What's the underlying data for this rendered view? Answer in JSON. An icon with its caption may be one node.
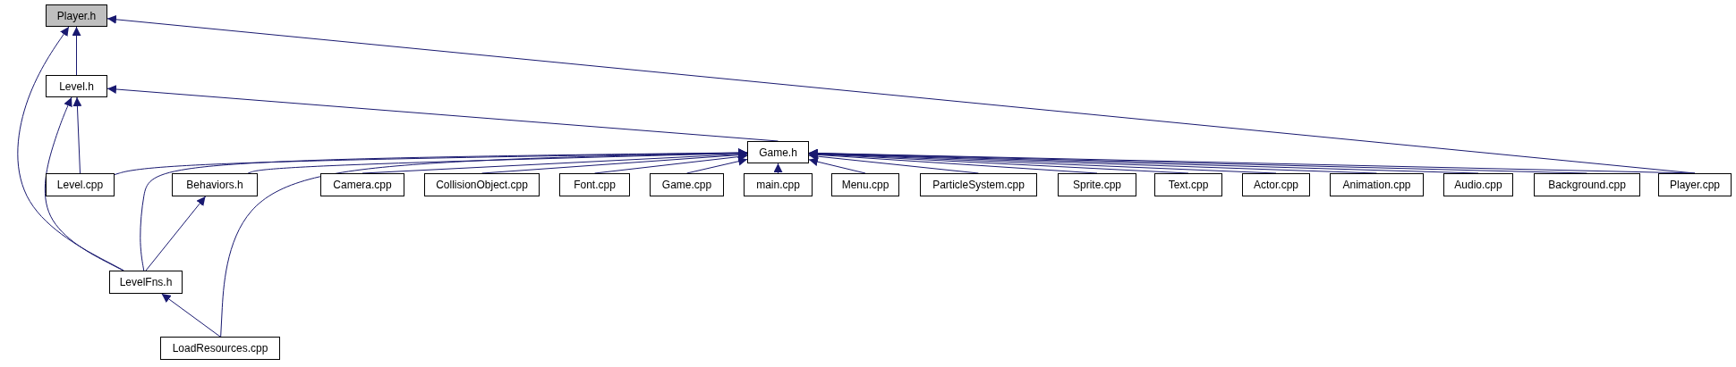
{
  "diagram": {
    "nodes": [
      {
        "text": [
          "Player.h"
        ]
      },
      {
        "text": [
          "Level.h"
        ]
      },
      {
        "text": [
          "Game.h"
        ]
      },
      {
        "text": [
          "Level.cpp"
        ]
      },
      {
        "text": [
          "Behaviors.h"
        ]
      },
      {
        "text": [
          "Camera.cpp"
        ]
      },
      {
        "text": [
          "CollisionObject.cpp"
        ]
      },
      {
        "text": [
          "Font.cpp"
        ]
      },
      {
        "text": [
          "Game.cpp"
        ]
      },
      {
        "text": [
          "main.cpp"
        ]
      },
      {
        "text": [
          "Menu.cpp"
        ]
      },
      {
        "text": [
          "ParticleSystem.cpp"
        ]
      },
      {
        "text": [
          "Sprite.cpp"
        ]
      },
      {
        "text": [
          "Text.cpp"
        ]
      },
      {
        "text": [
          "Actor.cpp"
        ]
      },
      {
        "text": [
          "Animation.cpp"
        ]
      },
      {
        "text": [
          "Audio.cpp"
        ]
      },
      {
        "text": [
          "Background.cpp"
        ]
      },
      {
        "text": [
          "Player.cpp"
        ]
      },
      {
        "text": [
          "LevelFns.h"
        ]
      },
      {
        "text": [
          "LoadResources.cpp"
        ]
      }
    ],
    "edges": [
      {
        "from": 1,
        "to": 0,
        "arrow": "to"
      },
      {
        "from": 19,
        "to": 0,
        "arrow": "to"
      },
      {
        "from": 18,
        "to": 0,
        "arrow": "to"
      },
      {
        "from": 3,
        "to": 1,
        "arrow": "to"
      },
      {
        "from": 19,
        "to": 1,
        "arrow": "to"
      },
      {
        "from": 2,
        "to": 1,
        "arrow": "to"
      },
      {
        "from": 3,
        "to": 2,
        "arrow": "to"
      },
      {
        "from": 4,
        "to": 2,
        "arrow": "to"
      },
      {
        "from": 19,
        "to": 2,
        "arrow": "to"
      },
      {
        "from": 20,
        "to": 2,
        "arrow": "to"
      },
      {
        "from": 5,
        "to": 2,
        "arrow": "to"
      },
      {
        "from": 6,
        "to": 2,
        "arrow": "to"
      },
      {
        "from": 7,
        "to": 2,
        "arrow": "to"
      },
      {
        "from": 8,
        "to": 2,
        "arrow": "to"
      },
      {
        "from": 9,
        "to": 2,
        "arrow": "to"
      },
      {
        "from": 10,
        "to": 2,
        "arrow": "to"
      },
      {
        "from": 11,
        "to": 2,
        "arrow": "to"
      },
      {
        "from": 12,
        "to": 2,
        "arrow": "to"
      },
      {
        "from": 13,
        "to": 2,
        "arrow": "to"
      },
      {
        "from": 14,
        "to": 2,
        "arrow": "to"
      },
      {
        "from": 15,
        "to": 2,
        "arrow": "to"
      },
      {
        "from": 16,
        "to": 2,
        "arrow": "to"
      },
      {
        "from": 17,
        "to": 2,
        "arrow": "to"
      },
      {
        "from": 18,
        "to": 2,
        "arrow": "to"
      },
      {
        "from": 19,
        "to": 4,
        "arrow": "to"
      },
      {
        "from": 20,
        "to": 19,
        "arrow": "to"
      }
    ]
  }
}
